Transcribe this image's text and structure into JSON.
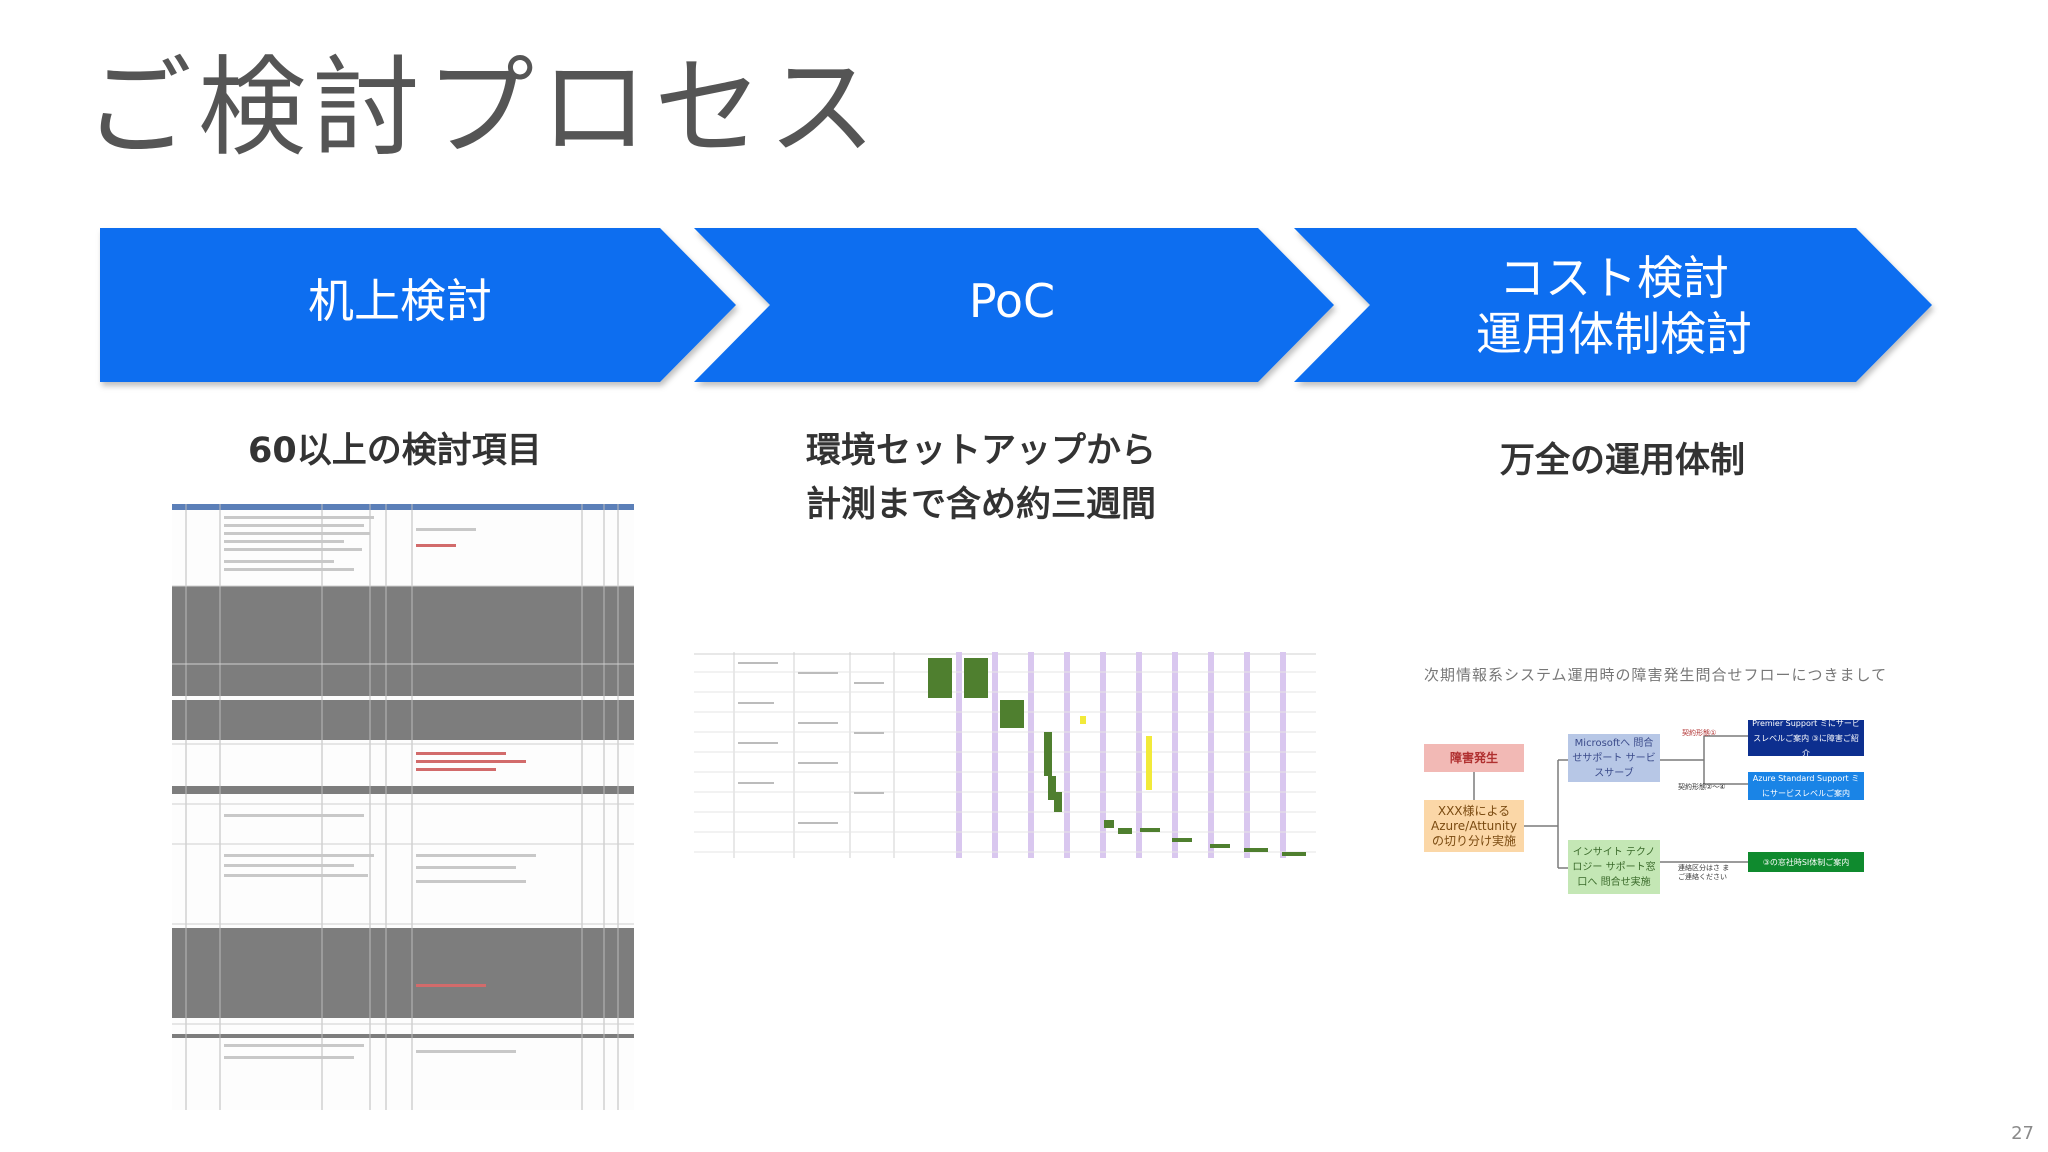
{
  "slide": {
    "title": "ご検討プロセス",
    "page_number": "27",
    "accent_color": "#0a6ef0"
  },
  "steps": [
    {
      "lines": [
        "机上検討"
      ]
    },
    {
      "lines": [
        "PoC"
      ]
    },
    {
      "lines": [
        "コスト検討",
        "運用体制検討"
      ]
    }
  ],
  "captions": [
    {
      "lines": [
        "60以上の検討項目"
      ]
    },
    {
      "lines": [
        "環境セットアップから",
        "計測まで含め約三週間"
      ]
    },
    {
      "lines": [
        "万全の運用体制"
      ]
    }
  ],
  "flow": {
    "title": "次期情報系システム運用時の障害発生問合せフローにつきまして",
    "incident": "障害発生",
    "triage": "XXX様による Azure/Attunity の切り分け実施",
    "microsoft": "Microsoftへ 問合せサポート サービスサーブ",
    "insight": "インサイト テクノロジー サポート窓口へ 問合せ実施",
    "premier": "Premier Support ミにサービスレベルご案内 ③に障害ご紹介",
    "standard": "Azure Standard Support ミにサービスレベルご案内",
    "third": "③の窓社時SI体制ご案内",
    "label_a": "契約形態①",
    "label_b": "契約形態②～④",
    "label_c": "連絡区分はさ まご連絡ください"
  }
}
